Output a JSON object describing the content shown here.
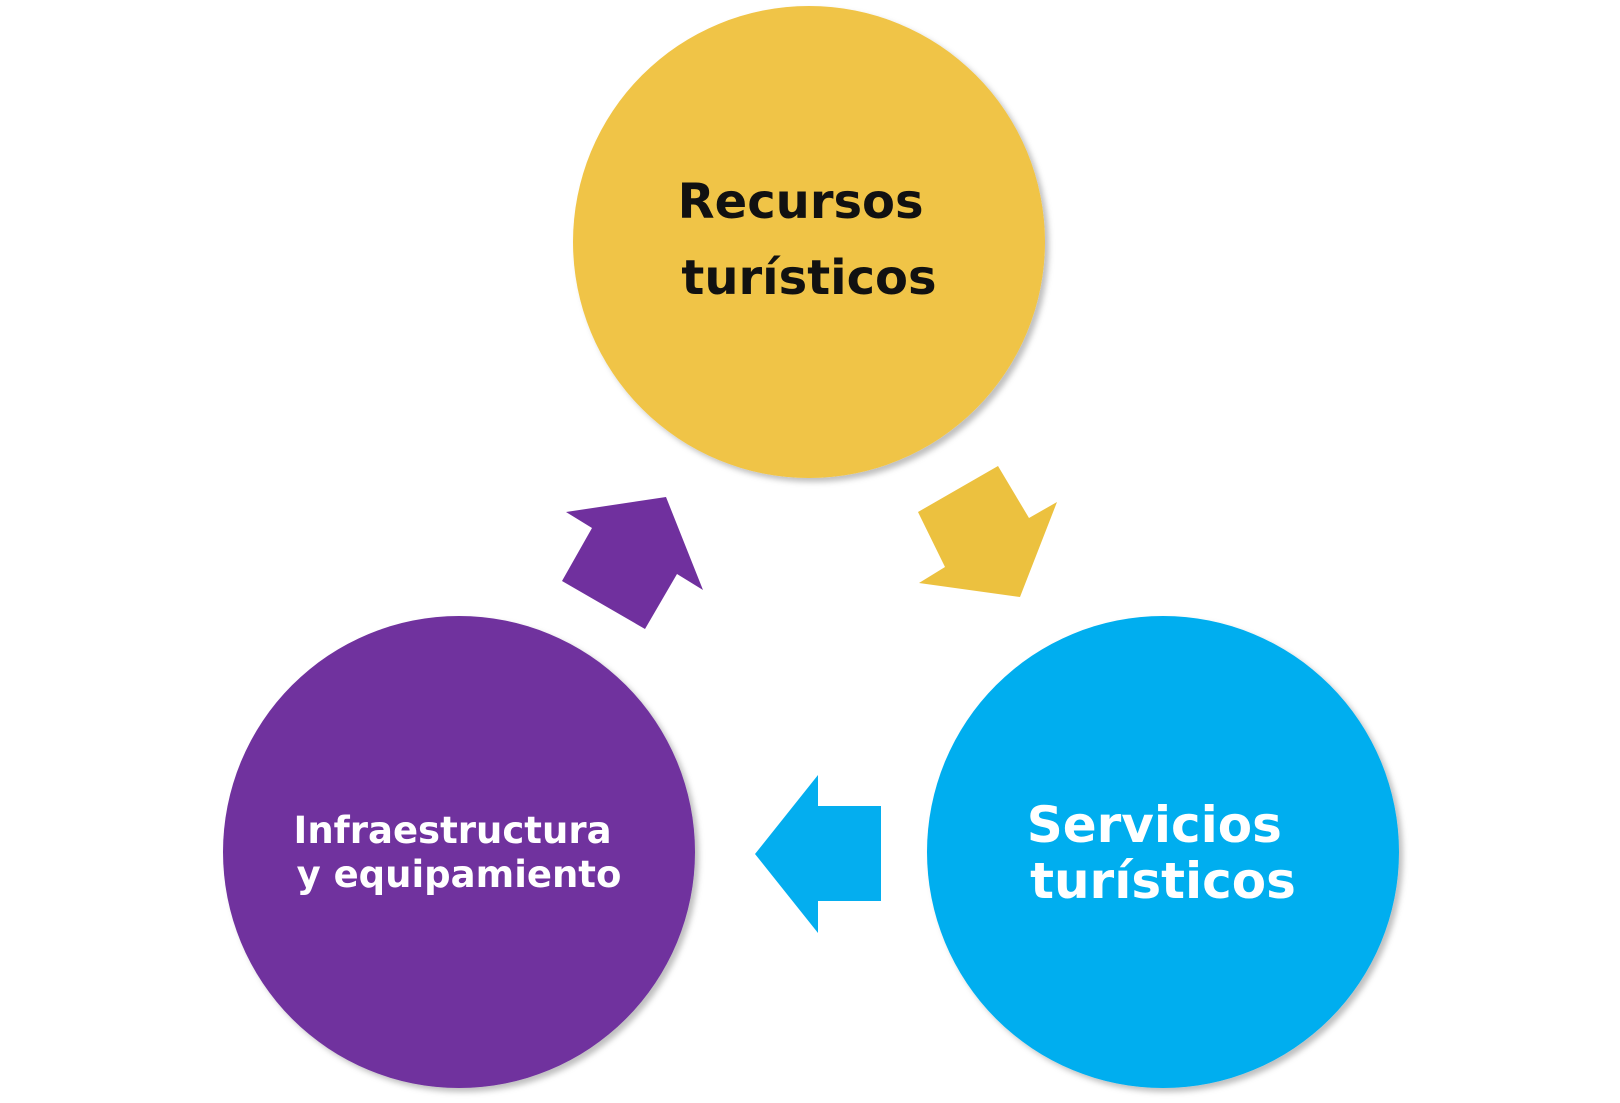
{
  "nodes": {
    "recursos": {
      "lines": [
        "Recursos",
        "turísticos"
      ],
      "color": "#F0C446",
      "text_color": "#111111"
    },
    "servicios": {
      "lines": [
        "Servicios",
        "turísticos"
      ],
      "color": "#04AEEF",
      "text_color": "#ffffff"
    },
    "infraestructura": {
      "lines": [
        "Infraestructura",
        "y equipamiento"
      ],
      "color": "#70309E",
      "text_color": "#ffffff"
    }
  },
  "arrows": {
    "recursos_to_servicios": {
      "color": "#ECC13F",
      "icon": "arrow-down-right-icon"
    },
    "servicios_to_infraestructura": {
      "color": "#04AEEF",
      "icon": "arrow-left-icon"
    },
    "infraestructura_to_recursos": {
      "color": "#70309E",
      "icon": "arrow-up-right-icon"
    }
  }
}
